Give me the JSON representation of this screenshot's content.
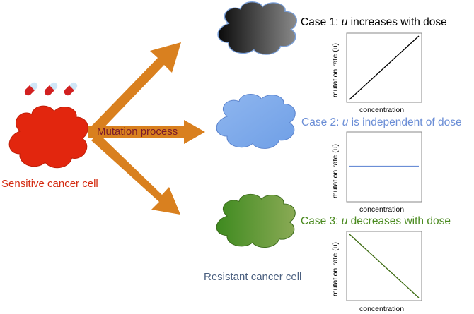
{
  "colors": {
    "sensitive": "#d42a10",
    "resistant_label": "#4a5f7f",
    "mutation_text": "#7a1a2a",
    "arrow": "#d9801f",
    "case1": "#000000",
    "case2": "#6b8ed6",
    "case3": "#4a8a1f"
  },
  "labels": {
    "sensitive": "Sensitive cancer cell",
    "mutation_process": "Mutation process",
    "resistant": "Resistant cancer cell"
  },
  "cases": [
    {
      "prefix": "Case 1: ",
      "var": "u",
      "suffix": " increases with dose",
      "trend": "increasing",
      "xlabel": "concentration",
      "ylabel": "mutation rate (u)"
    },
    {
      "prefix": "Case 2: ",
      "var": "u",
      "suffix": " is independent of dose",
      "trend": "constant",
      "xlabel": "concentration",
      "ylabel": "mutation rate (u)"
    },
    {
      "prefix": "Case 3: ",
      "var": "u",
      "suffix": " decreases with dose",
      "trend": "decreasing",
      "xlabel": "concentration",
      "ylabel": "mutation rate (u)"
    }
  ],
  "icons": {
    "pills": "drug-capsule-icon",
    "clouds": "cell-cloud-icon"
  }
}
